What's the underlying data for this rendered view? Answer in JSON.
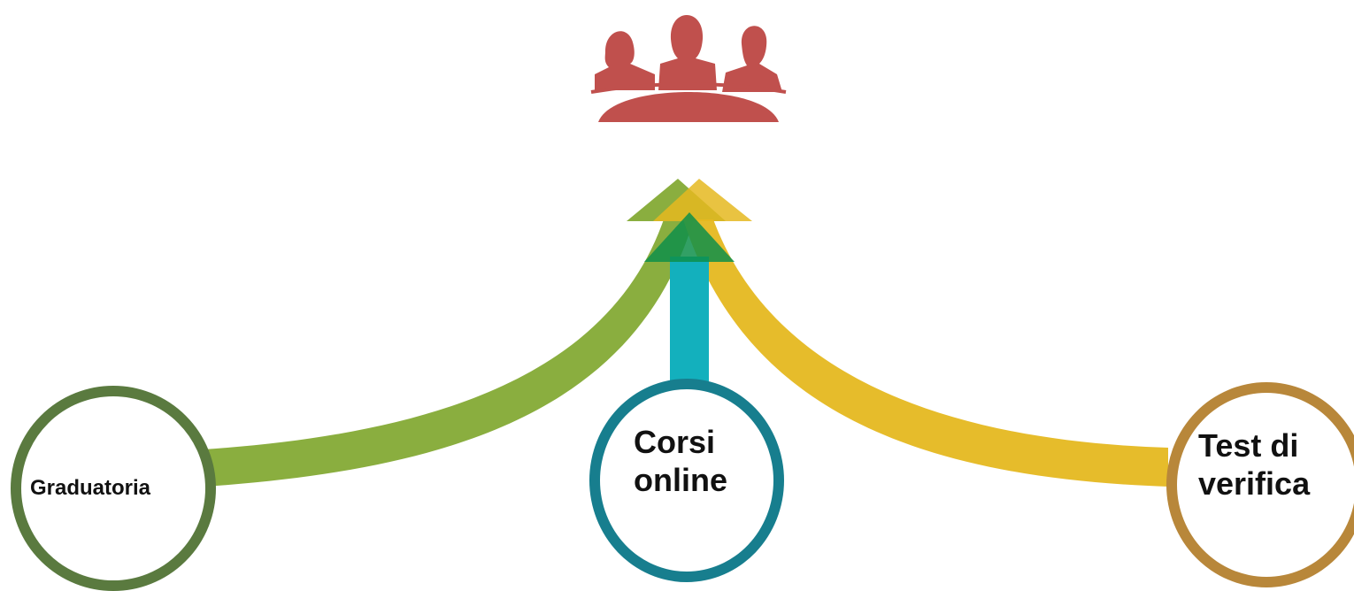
{
  "diagram": {
    "header_icon": {
      "icon": "meeting-group-icon",
      "color": "#C0504D"
    },
    "nodes": [
      {
        "id": "graduatoria",
        "lines": [
          "Graduatoria"
        ],
        "border_color": "#5A7A3F",
        "arrow_color": "#8AAE3F"
      },
      {
        "id": "corsi",
        "lines": [
          "Corsi",
          "online"
        ],
        "border_color": "#177E8E",
        "arrow_color": "#13B0BD"
      },
      {
        "id": "test",
        "lines": [
          "Test di",
          "verifica"
        ],
        "border_color": "#B8873A",
        "arrow_color": "#E5B820"
      }
    ]
  }
}
